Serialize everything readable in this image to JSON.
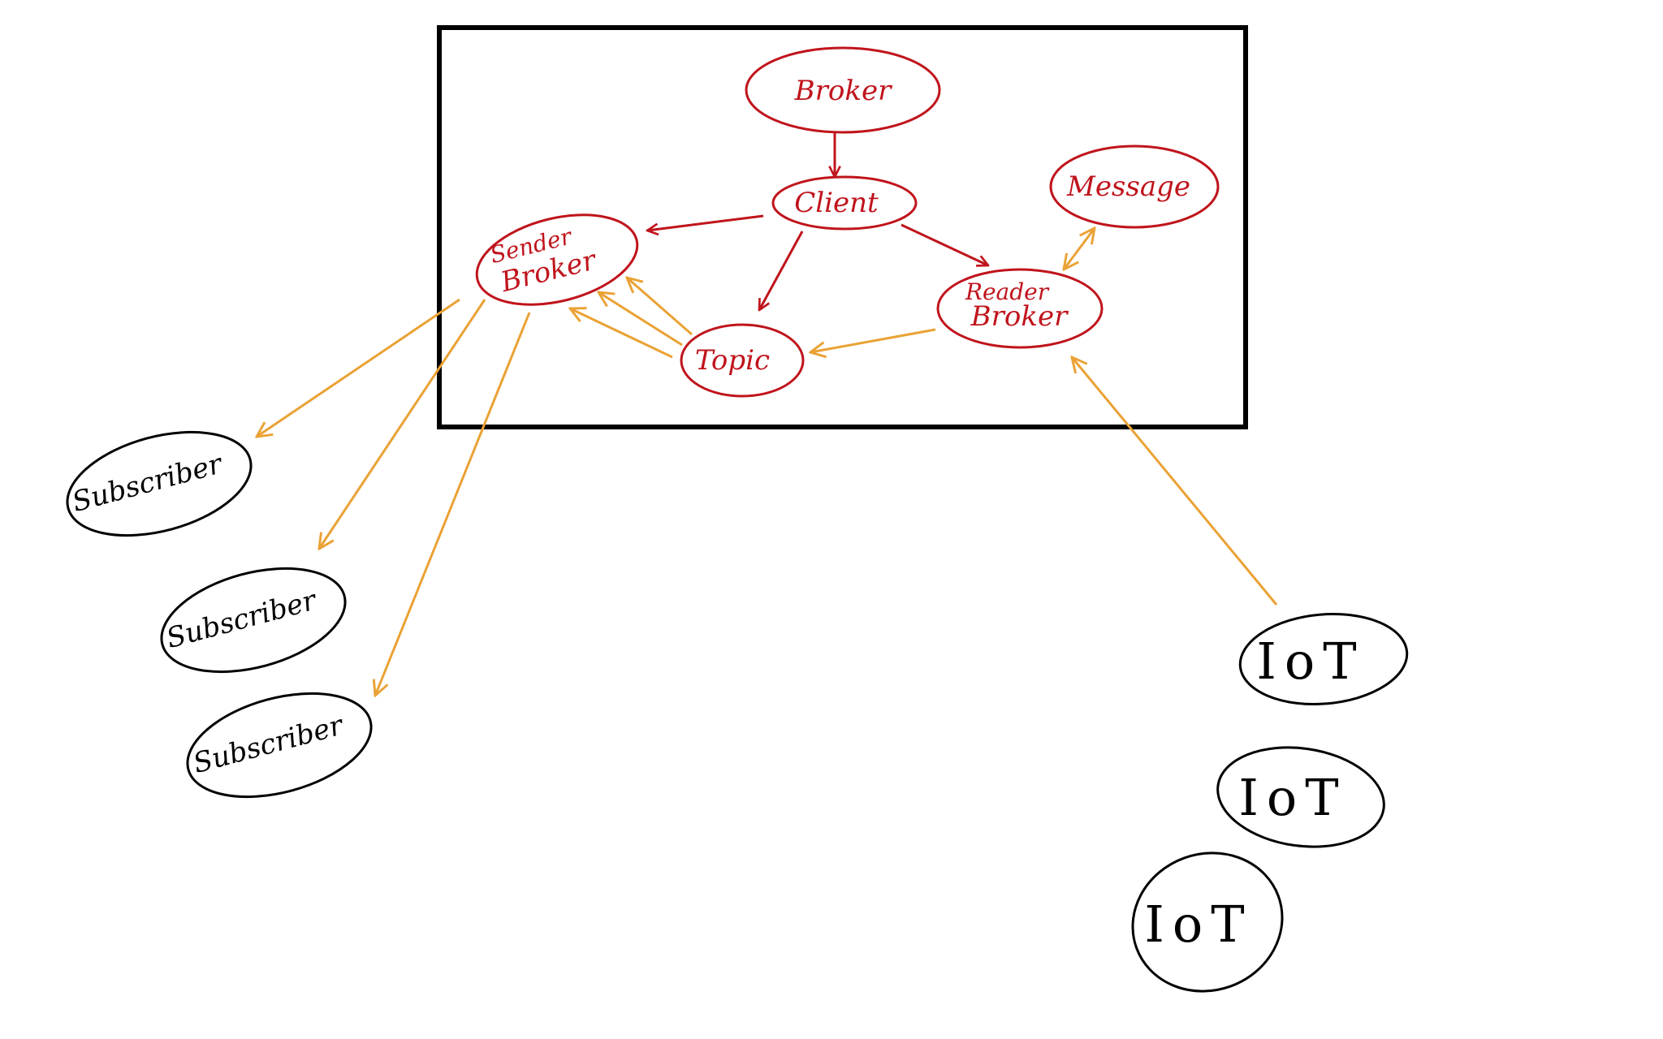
{
  "colors": {
    "inner": "#c0141c",
    "outer": "#000000",
    "flow": "#eaa235",
    "frame": "#000000"
  },
  "nodes": {
    "broker": "Broker",
    "client": "Client",
    "message": "Message",
    "sender_broker": [
      "Sender",
      "Broker"
    ],
    "reader_broker": [
      "Reader",
      "Broker"
    ],
    "topic": "Topic",
    "subscribers": [
      "Subscriber",
      "Subscriber",
      "Subscriber"
    ],
    "iot": [
      "IoT",
      "IoT",
      "IoT"
    ]
  }
}
